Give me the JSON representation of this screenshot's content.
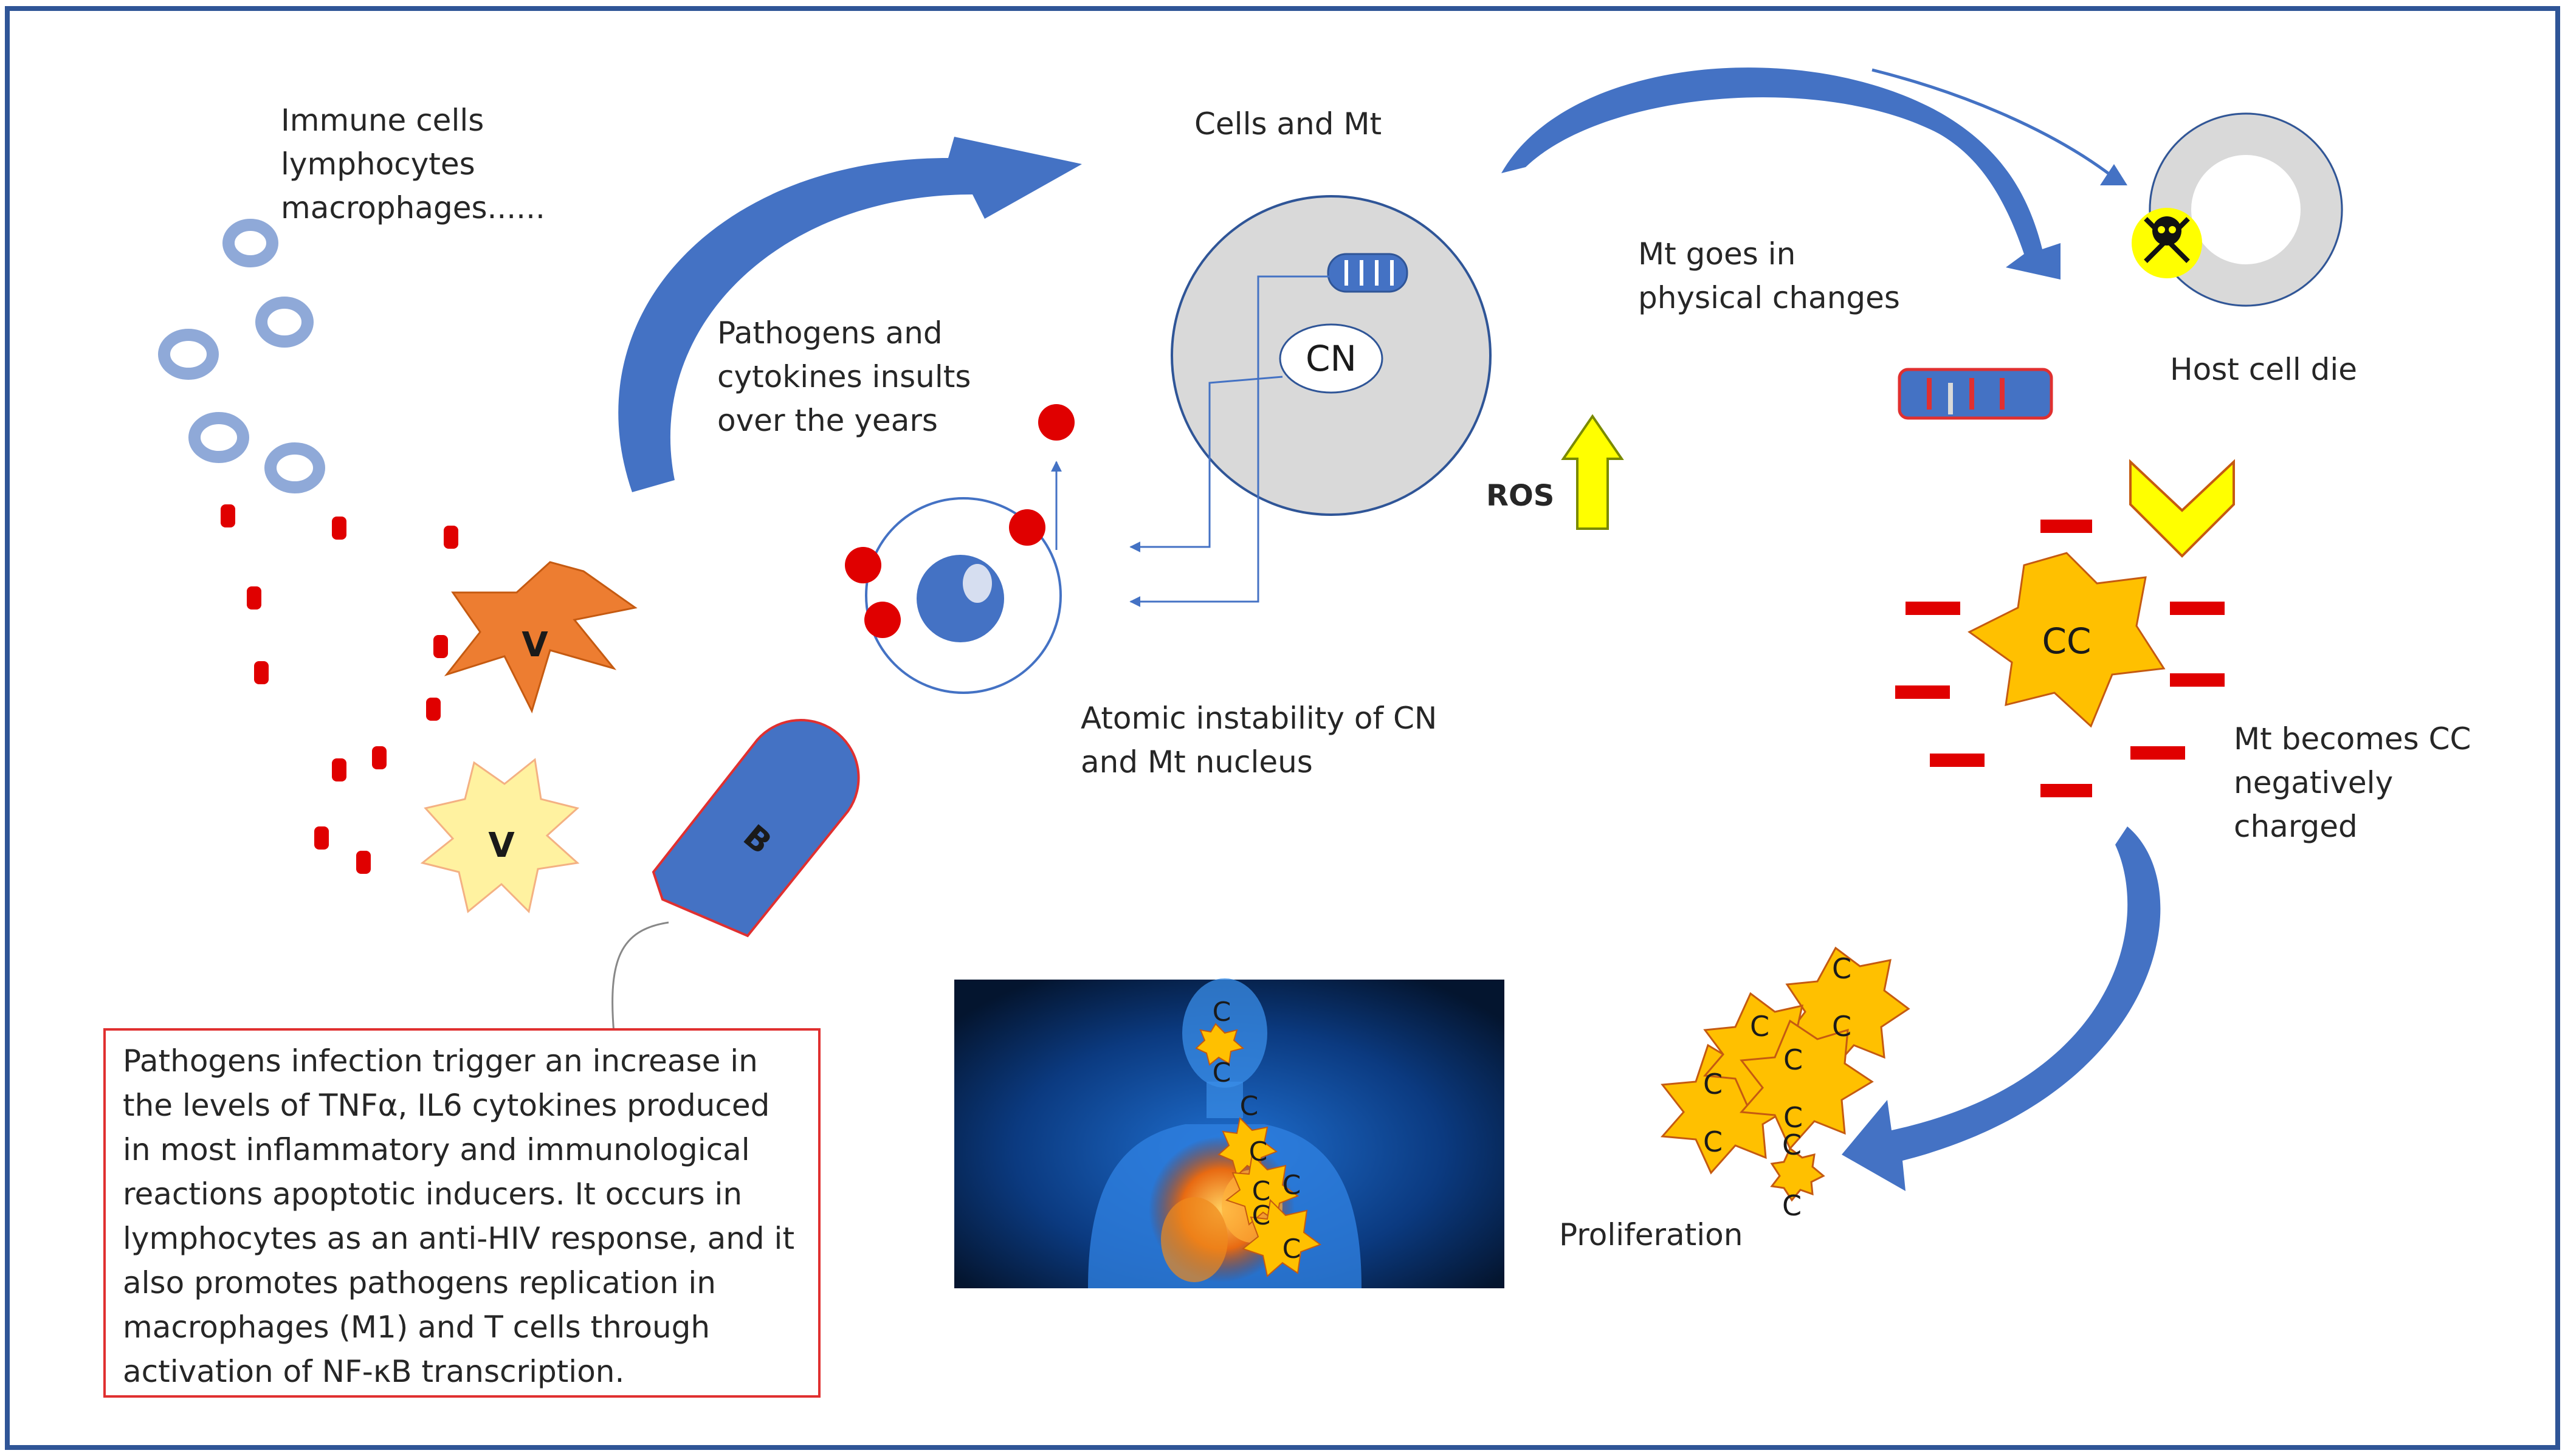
{
  "labels": {
    "immune_cells": "Immune cells\nlymphocytes\nmacrophages......",
    "cells_and_mt": "Cells and Mt",
    "pathogens_insults": "Pathogens and\ncytokines insults\nover the years",
    "cn": "CN",
    "mt_physical_changes": "Mt goes in\nphysical changes",
    "host_cell_die": "Host cell die",
    "ros": "ROS",
    "atomic_instability": "Atomic instability of CN\nand Mt nucleus",
    "cc": "CC",
    "mt_becomes_cc": "Mt becomes CC\nnegatively\ncharged",
    "virus_1": "V",
    "virus_2": "V",
    "bacterium": "B",
    "proliferation": "Proliferation",
    "cancer_cell_letter": "C"
  },
  "info_box": {
    "text": "Pathogens infection trigger an increase in the levels of TNFα, IL6 cytokines produced in most inflammatory and immunological reactions apoptotic inducers. It occurs in lymphocytes as an anti-HIV response, and it also promotes pathogens replication in macrophages (M1) and T cells through activation of NF-κB transcription."
  },
  "colors": {
    "frame": "#2f5597",
    "arrow_blue": "#4472c4",
    "red": "#e00000",
    "orange_virus": "#ed7d31",
    "yellow_virus": "#fff2a0",
    "cancer_yellow": "#ffc000",
    "ros_arrow": "#ffff00",
    "cell_gray": "#d9d9d9",
    "info_border": "#e03030"
  },
  "icons": [
    "skull-crossbones-icon",
    "mitochondrion-icon",
    "human-body-image"
  ]
}
